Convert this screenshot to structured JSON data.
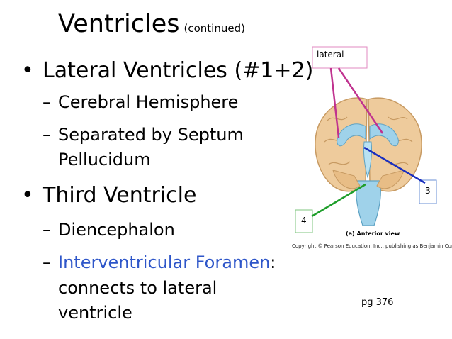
{
  "slide": {
    "title": "Ventricles",
    "title_sub": "(continued)",
    "bullets": [
      {
        "text": "Lateral Ventricles (#1+2)",
        "subitems": [
          {
            "text": "Cerebral Hemisphere"
          },
          {
            "text": "Separated by Septum",
            "text2": "Pellucidum"
          }
        ]
      },
      {
        "text": "Third Ventricle",
        "subitems": [
          {
            "text": "Diencephalon"
          },
          {
            "highlight": "Interventricular Foramen",
            "text": ":",
            "line2": "connects to lateral",
            "line3": "ventricle"
          }
        ]
      }
    ],
    "bullet_symbol": "•",
    "dash_symbol": "–"
  },
  "figure": {
    "label_lateral": "lateral",
    "label_3": "3",
    "label_4": "4",
    "caption": "(a) Anterior view",
    "copyright": "Copyright © Pearson Education, Inc., publishing as Benjamin Cummings.",
    "page_ref": "pg 376",
    "colors": {
      "lateral_line": "#c0328f",
      "third_line": "#1a2fbf",
      "fourth_line": "#1e9e2a",
      "brain": "#eecb9c",
      "ventricle": "#9fd2ea"
    }
  }
}
